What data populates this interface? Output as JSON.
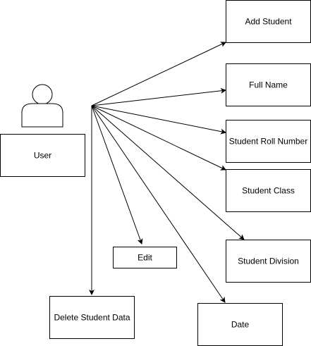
{
  "diagram": {
    "actor": {
      "label": "User"
    },
    "nodes": {
      "add_student": "Add Student",
      "full_name": "Full Name",
      "student_roll_number": "Student Roll Number",
      "student_class": "Student Class",
      "student_division": "Student Division",
      "date": "Date",
      "edit": "Edit",
      "delete_student_data": "Delete Student Data"
    }
  },
  "colors": {
    "stroke": "#000000",
    "fill": "#ffffff",
    "text": "#000000"
  }
}
